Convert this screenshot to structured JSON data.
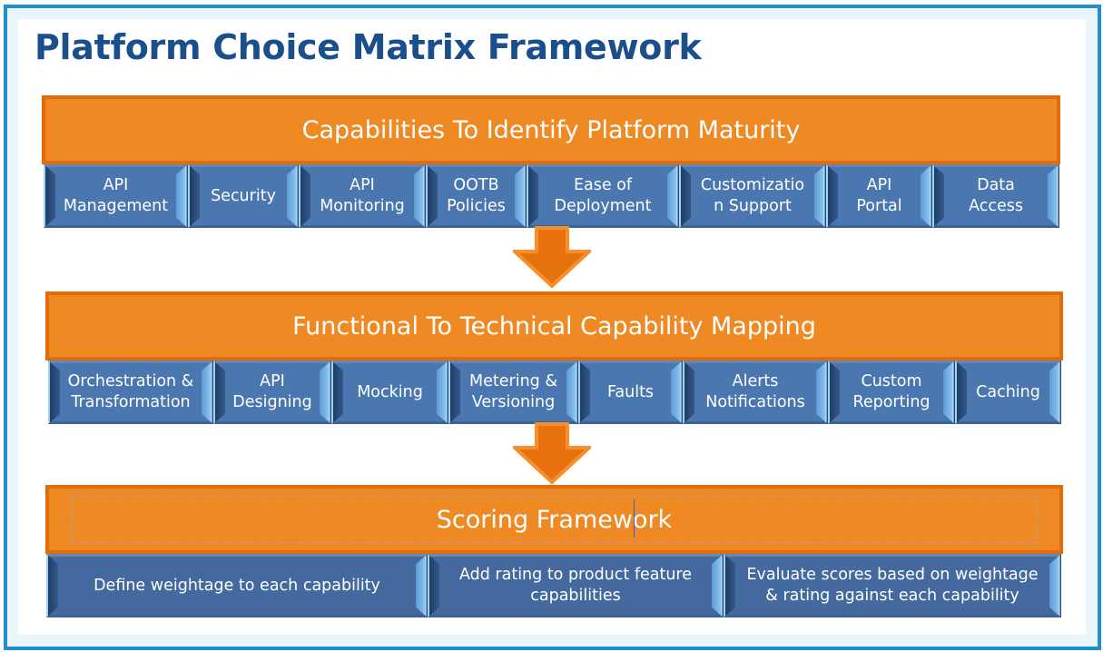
{
  "title": "Platform Choice Matrix Framework",
  "colors": {
    "frame_border": "#1e8fcf",
    "title_text": "#1a4f8b",
    "header_fill": "#ee8923",
    "header_border": "#e36c0a",
    "cell_fill": "#4a77b0",
    "arrow_fill": "#e8710f",
    "arrow_outline": "#f5902a"
  },
  "sections": [
    {
      "header": "Capabilities To Identify Platform Maturity",
      "items": [
        {
          "line1": "API",
          "line2": "Management"
        },
        {
          "line1": "Security",
          "line2": ""
        },
        {
          "line1": "API",
          "line2": "Monitoring"
        },
        {
          "line1": "OOTB",
          "line2": "Policies"
        },
        {
          "line1": "Ease of",
          "line2": "Deployment"
        },
        {
          "line1": "Customizatio",
          "line2": "n Support"
        },
        {
          "line1": "API",
          "line2": "Portal"
        },
        {
          "line1": "Data",
          "line2": "Access"
        }
      ]
    },
    {
      "header": "Functional To Technical Capability Mapping",
      "items": [
        {
          "line1": "Orchestration &",
          "line2": "Transformation"
        },
        {
          "line1": "API",
          "line2": "Designing"
        },
        {
          "line1": "Mocking",
          "line2": ""
        },
        {
          "line1": "Metering &",
          "line2": "Versioning"
        },
        {
          "line1": "Faults",
          "line2": ""
        },
        {
          "line1": "Alerts",
          "line2": "Notifications"
        },
        {
          "line1": "Custom",
          "line2": "Reporting"
        },
        {
          "line1": "Caching",
          "line2": ""
        }
      ]
    },
    {
      "header": "Scoring Framework",
      "items": [
        {
          "line1": "Define weightage to each capability",
          "line2": ""
        },
        {
          "line1": "Add rating to product feature",
          "line2": "capabilities"
        },
        {
          "line1": "Evaluate scores based on weightage",
          "line2": "& rating against each capability"
        }
      ]
    }
  ],
  "arrows": [
    {
      "icon": "down-arrow-icon",
      "from": "Capabilities To Identify Platform Maturity",
      "to": "Functional To Technical Capability Mapping"
    },
    {
      "icon": "down-arrow-icon",
      "from": "Functional To Technical Capability Mapping",
      "to": "Scoring Framework"
    }
  ]
}
